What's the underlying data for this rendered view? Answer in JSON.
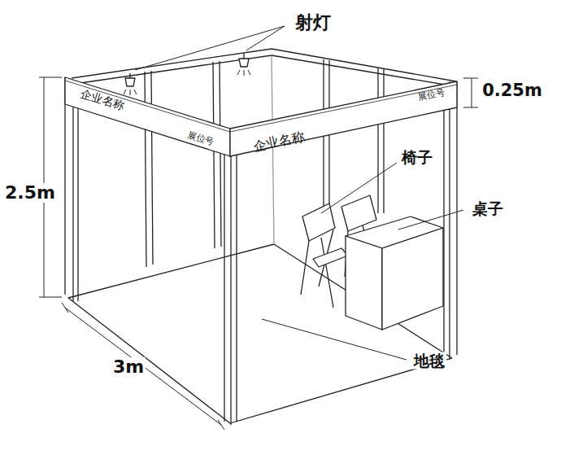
{
  "diagram": {
    "labels": [
      "射灯",
      "0.25m",
      "企业名称",
      "展位号",
      "2.5m",
      "企业名称",
      "展位号",
      "椅子",
      "桌子",
      "3m",
      "地毯"
    ]
  }
}
